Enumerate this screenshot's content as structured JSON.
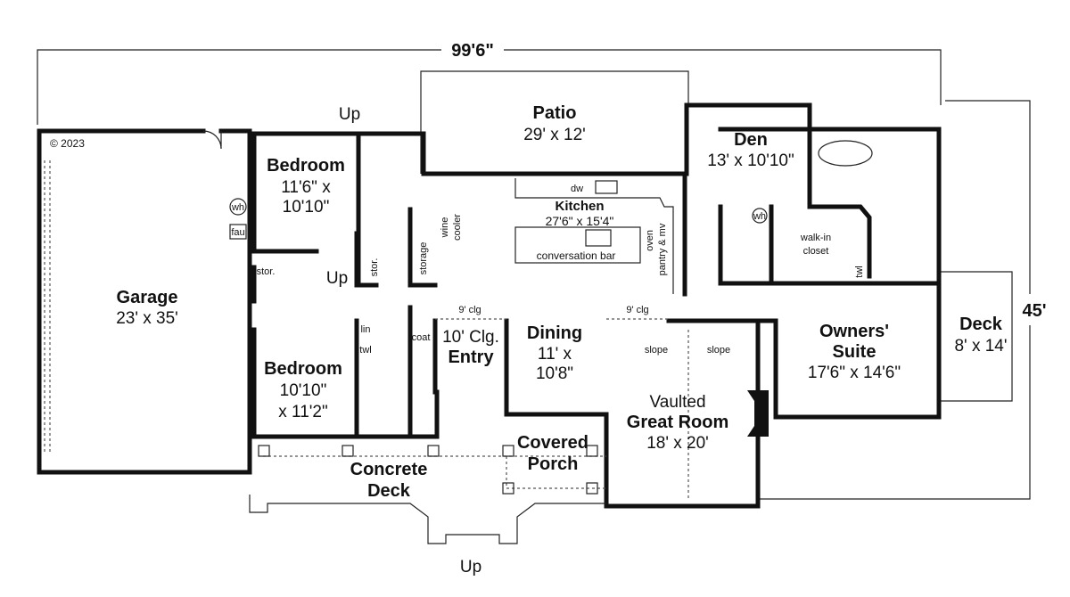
{
  "copyright": "© 2023",
  "dimensions": {
    "width": "99'6\"",
    "depth": "45'"
  },
  "rooms": {
    "garage": {
      "name": "Garage",
      "size": "23' x 35'"
    },
    "bedroom1": {
      "name": "Bedroom",
      "size1": "11'6\" x",
      "size2": "10'10\""
    },
    "bedroom2": {
      "name": "Bedroom",
      "size1": "10'10\"",
      "size2": "x 11'2\""
    },
    "patio": {
      "name": "Patio",
      "size": "29' x 12'"
    },
    "kitchen": {
      "name": "Kitchen",
      "size": "27'6\" x 15'4\""
    },
    "den": {
      "name": "Den",
      "size": "13' x 10'10\""
    },
    "entry": {
      "line1": "10' Clg.",
      "name": "Entry"
    },
    "dining": {
      "name": "Dining",
      "size1": "11' x",
      "size2": "10'8\""
    },
    "great_room": {
      "line1": "Vaulted",
      "name": "Great Room",
      "size": "18' x 20'"
    },
    "owners_suite": {
      "name1": "Owners'",
      "name2": "Suite",
      "size": "17'6\" x 14'6\""
    },
    "deck": {
      "name": "Deck",
      "size": "8' x 14'"
    },
    "covered_porch": {
      "name1": "Covered",
      "name2": "Porch"
    },
    "concrete_deck": {
      "name1": "Concrete",
      "name2": "Deck"
    }
  },
  "fixtures": {
    "wh": "wh",
    "fau": "fau",
    "stor": "stor.",
    "stor2": "stor.",
    "storage": "storage",
    "wine1": "wine",
    "wine2": "cooler",
    "dw": "dw",
    "conversation_bar": "conversation bar",
    "oven": "oven",
    "pantry": "pantry & mv",
    "lin": "lin",
    "twl": "twl",
    "coat": "coat",
    "clg1": "9' clg",
    "clg2": "9' clg",
    "slope1": "slope",
    "slope2": "slope",
    "walkin1": "walk-in",
    "walkin2": "closet",
    "twl2": "twl",
    "wh2": "wh"
  },
  "stairs": {
    "up_patio": "Up",
    "up_stor": "Up",
    "up_front": "Up"
  }
}
